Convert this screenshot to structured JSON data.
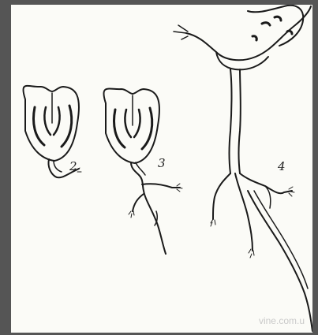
{
  "figure": {
    "stages": [
      {
        "label": "2"
      },
      {
        "label": "3"
      },
      {
        "label": "4"
      }
    ],
    "watermark": "vine.com.u"
  }
}
